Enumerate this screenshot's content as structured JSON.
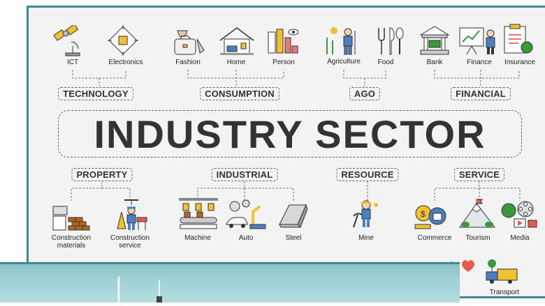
{
  "title": "INDUSTRY SECTOR",
  "top_categories": [
    {
      "label": "TECHNOLOGY",
      "items": [
        "ICT",
        "Electronics"
      ]
    },
    {
      "label": "CONSUMPTION",
      "items": [
        "Fashion",
        "Home",
        "Person"
      ]
    },
    {
      "label": "AGO",
      "items": [
        "Agriculture",
        "Food"
      ]
    },
    {
      "label": "FINANCIAL",
      "items": [
        "Bank",
        "Finance",
        "Insurance"
      ]
    }
  ],
  "bottom_categories": [
    {
      "label": "PROPERTY",
      "items": [
        "Construction materials",
        "Construction service"
      ]
    },
    {
      "label": "INDUSTRIAL",
      "items": [
        "Machine",
        "Auto",
        "Steel"
      ]
    },
    {
      "label": "RESOURCE",
      "items": [
        "Mine"
      ]
    },
    {
      "label": "SERVICE",
      "items": [
        "Commerce",
        "Tourism",
        "Media"
      ]
    }
  ],
  "extra_items": [
    "Transport"
  ],
  "colors": {
    "frame": "#3f8a8a",
    "board": "#f3f3f3",
    "text": "#333333",
    "accent_yellow": "#f2c12e",
    "accent_blue": "#4a7fc1"
  }
}
